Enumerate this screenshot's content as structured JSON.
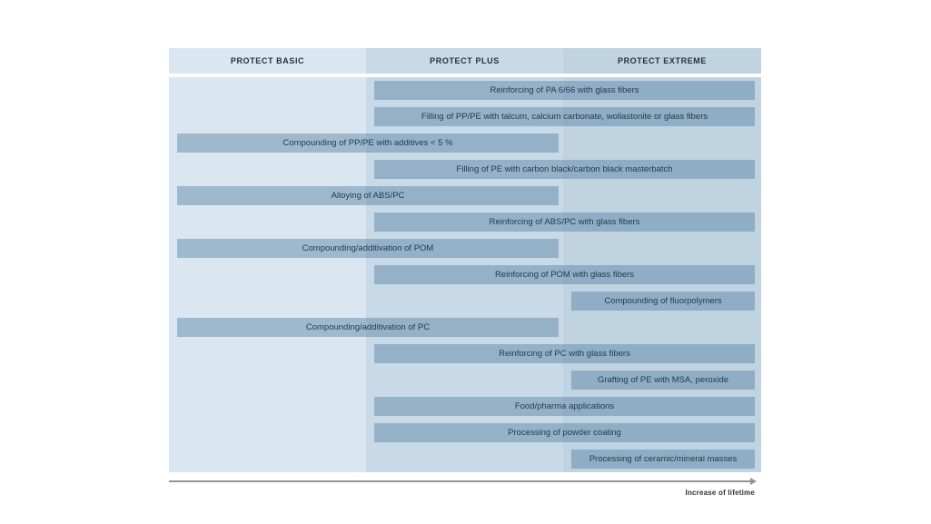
{
  "header": {
    "columns": [
      {
        "id": "basic",
        "label": "PROTECT BASIC"
      },
      {
        "id": "plus",
        "label": "PROTECT PLUS"
      },
      {
        "id": "extreme",
        "label": "PROTECT EXTREME"
      }
    ]
  },
  "chart_data": {
    "type": "bar",
    "orientation": "horizontal-range",
    "columns": [
      "PROTECT BASIC",
      "PROTECT PLUS",
      "PROTECT EXTREME"
    ],
    "bars": [
      {
        "label": "Reinforcing of PA 6/66 with glass fibers",
        "start": "plus",
        "span": [
          "PROTECT PLUS",
          "PROTECT EXTREME"
        ]
      },
      {
        "label": "Filling of PP/PE with talcum, calcium carbonate, wollastonite or glass fibers",
        "start": "plus",
        "span": [
          "PROTECT PLUS",
          "PROTECT EXTREME"
        ]
      },
      {
        "label": "Compounding of PP/PE with additives < 5 %",
        "start": "basic",
        "span": [
          "PROTECT BASIC",
          "PROTECT PLUS"
        ]
      },
      {
        "label": "Filling of PE with carbon black/carbon black masterbatch",
        "start": "plus",
        "span": [
          "PROTECT PLUS",
          "PROTECT EXTREME"
        ]
      },
      {
        "label": "Alloying of ABS/PC",
        "start": "basic",
        "span": [
          "PROTECT BASIC",
          "PROTECT PLUS"
        ]
      },
      {
        "label": "Reinforcing of ABS/PC with glass fibers",
        "start": "plus",
        "span": [
          "PROTECT PLUS",
          "PROTECT EXTREME"
        ]
      },
      {
        "label": "Compounding/additivation of POM",
        "start": "basic",
        "span": [
          "PROTECT BASIC",
          "PROTECT PLUS"
        ]
      },
      {
        "label": "Reinforcing of POM with glass fibers",
        "start": "plus",
        "span": [
          "PROTECT PLUS",
          "PROTECT EXTREME"
        ]
      },
      {
        "label": "Compounding of fluorpolymers",
        "start": "extreme",
        "span": [
          "PROTECT EXTREME"
        ]
      },
      {
        "label": "Compounding/additivation of PC",
        "start": "basic",
        "span": [
          "PROTECT BASIC",
          "PROTECT PLUS"
        ]
      },
      {
        "label": "Reinforcing of PC with glass fibers",
        "start": "plus",
        "span": [
          "PROTECT PLUS",
          "PROTECT EXTREME"
        ]
      },
      {
        "label": "Grafting of PE with MSA, peroxide",
        "start": "extreme",
        "span": [
          "PROTECT EXTREME"
        ]
      },
      {
        "label": "Food/pharma applications",
        "start": "plus",
        "span": [
          "PROTECT PLUS",
          "PROTECT EXTREME"
        ]
      },
      {
        "label": "Processing of powder coating",
        "start": "plus",
        "span": [
          "PROTECT PLUS",
          "PROTECT EXTREME"
        ]
      },
      {
        "label": "Processing of ceramic/mineral masses",
        "start": "extreme",
        "span": [
          "PROTECT EXTREME"
        ]
      }
    ],
    "xlabel": "Increase of lifetime",
    "legend": "none",
    "grid": "off"
  },
  "axis": {
    "label": "Increase of lifetime"
  },
  "colors": {
    "column_basic_bg": "#dbe7f0",
    "column_plus_bg": "#c8dae7",
    "column_extreme_bg": "#bfd3e1",
    "bar_fill": "rgba(85,127,162,0.45)",
    "bar_text": "#1e3a50",
    "header_text": "#24323e",
    "axis_line": "#8f9698",
    "axis_text": "#333333"
  }
}
